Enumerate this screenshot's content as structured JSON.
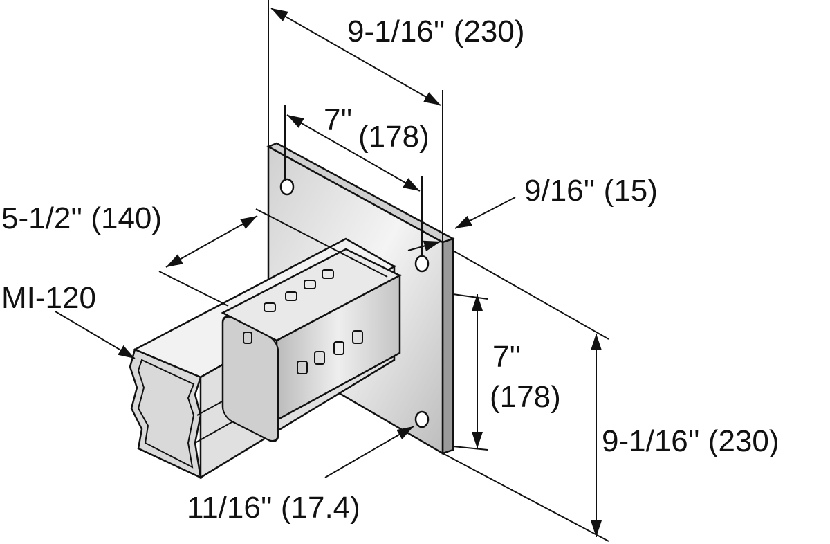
{
  "labels": {
    "plate_width": "9-1/16'' (230)",
    "hole_spacing_h_in": "7''",
    "hole_spacing_h_mm": "(178)",
    "plate_thickness": "9/16'' (15)",
    "connector_length": "5-1/2'' (140)",
    "channel": "MI-120",
    "hole_spacing_v_in": "7''",
    "hole_spacing_v_mm": "(178)",
    "plate_height": "9-1/16'' (230)",
    "hole_diameter": "11/16'' (17.4)"
  },
  "colors": {
    "line": "#111111",
    "metal_light": "#e6e6e6",
    "metal_dark": "#a9a9a9"
  }
}
